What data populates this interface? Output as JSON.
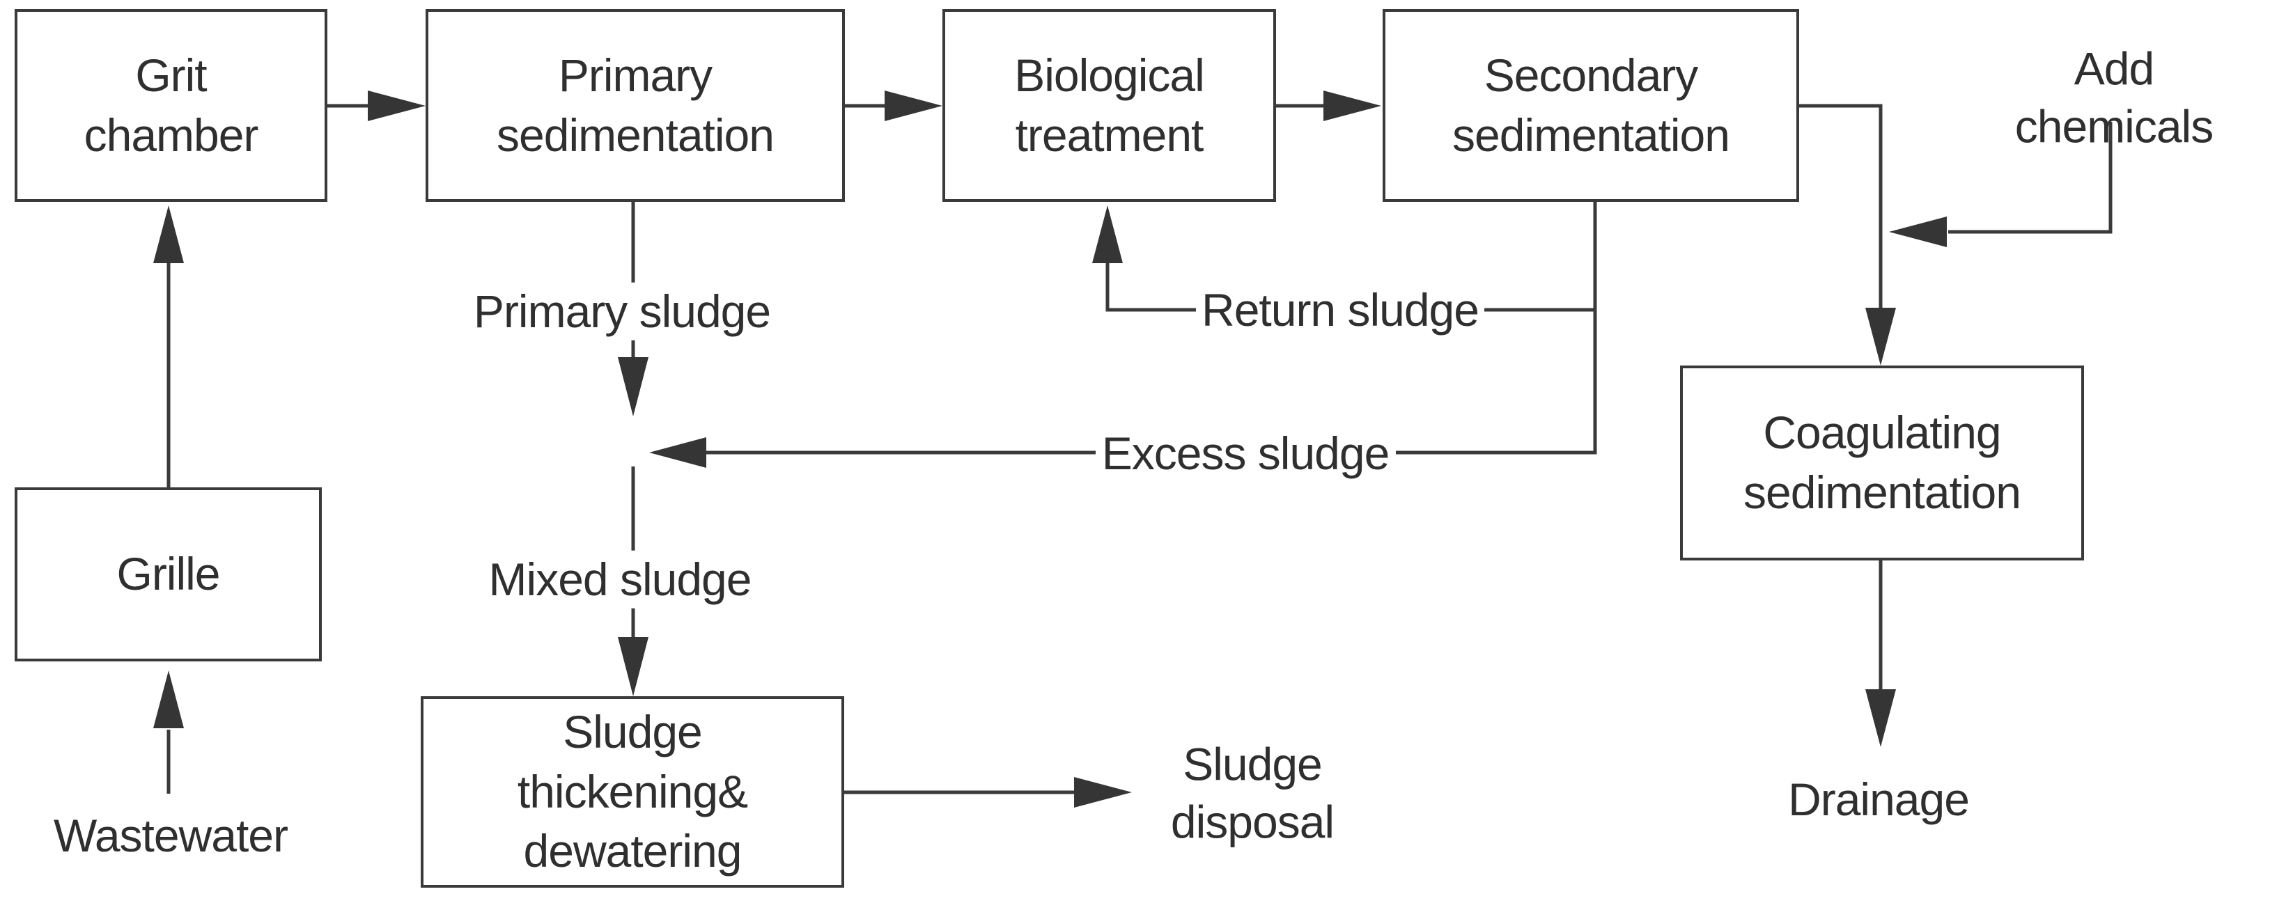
{
  "diagram": {
    "type": "process-flow",
    "background": "#ffffff",
    "colors": {
      "line": "#3a3a3a",
      "arrowhead": "#353535",
      "box_border": "#3a3a3a",
      "box_fill": "#ffffff",
      "text": "#2f2f2f"
    },
    "nodes": {
      "grit_chamber": "Grit\nchamber",
      "primary_sedimentation": "Primary\nsedimentation",
      "biological_treatment": "Biological\ntreatment",
      "secondary_sedimentation": "Secondary\nsedimentation",
      "grille": "Grille",
      "coagulating_sedimentation": "Coagulating\nsedimentation",
      "sludge_thickening": "Sludge\nthickening&\ndewatering"
    },
    "flow_labels": {
      "wastewater": "Wastewater",
      "primary_sludge": "Primary sludge",
      "return_sludge": "Return sludge",
      "excess_sludge": "Excess sludge",
      "mixed_sludge": "Mixed sludge",
      "add_chemicals": "Add chemicals",
      "sludge_disposal": "Sludge\ndisposal",
      "drainage": "Drainage"
    },
    "edges": [
      {
        "from": "Wastewater",
        "to": "Grille"
      },
      {
        "from": "Grille",
        "to": "Grit chamber"
      },
      {
        "from": "Grit chamber",
        "to": "Primary sedimentation"
      },
      {
        "from": "Primary sedimentation",
        "to": "Biological treatment"
      },
      {
        "from": "Biological treatment",
        "to": "Secondary sedimentation"
      },
      {
        "from": "Primary sedimentation",
        "to": "Sludge thickening& dewatering",
        "labels": [
          "Primary sludge",
          "Mixed sludge"
        ]
      },
      {
        "from": "Secondary sedimentation",
        "to": "Biological treatment",
        "label": "Return sludge"
      },
      {
        "from": "Secondary sedimentation",
        "to": "Sludge thickening& dewatering",
        "label": "Excess sludge"
      },
      {
        "from": "Secondary sedimentation",
        "to": "Coagulating sedimentation"
      },
      {
        "from": "Add chemicals",
        "to": "Coagulating sedimentation"
      },
      {
        "from": "Coagulating sedimentation",
        "to": "Drainage"
      },
      {
        "from": "Sludge thickening& dewatering",
        "to": "Sludge disposal"
      }
    ]
  }
}
